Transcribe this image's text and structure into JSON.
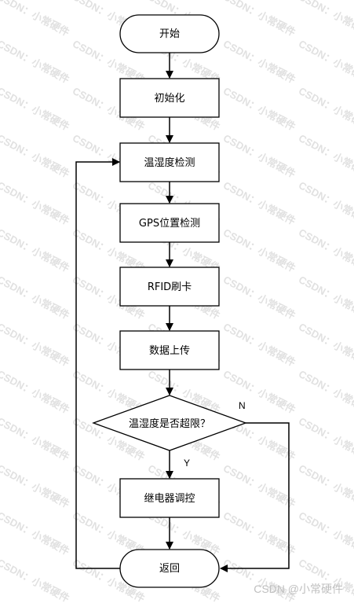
{
  "diagram": {
    "nodes": {
      "start": "开始",
      "init": "初始化",
      "temp_humidity_detect": "温湿度检测",
      "gps_detect": "GPS位置检测",
      "rfid": "RFID刷卡",
      "upload": "数据上传",
      "decision": "温湿度是否超限？",
      "relay": "继电器调控",
      "return": "返回"
    },
    "branch_labels": {
      "yes": "Y",
      "no": "N"
    }
  },
  "watermark": {
    "text": "CSDN：小常硬件",
    "credit": "CSDN @小常硬件"
  },
  "colors": {
    "stroke": "#000000",
    "background": "#ffffff",
    "watermark": "#c9c9c9"
  }
}
